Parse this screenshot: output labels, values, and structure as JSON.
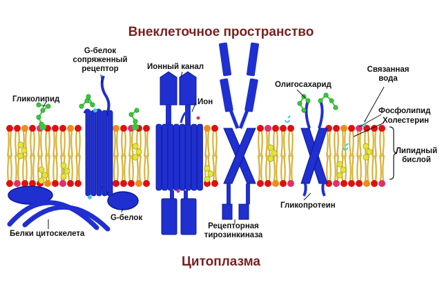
{
  "titles": {
    "extracellular": "Внеклеточное пространство",
    "cytoplasm": "Цитоплазма"
  },
  "labels": {
    "glycolipid": "Гликолипид",
    "g_receptor_l1": "G-белок",
    "g_receptor_l2": "сопряженный",
    "g_receptor_l3": "рецептор",
    "ion_channel": "Ионный канал",
    "ion": "Ион",
    "oligosaccharide": "Олигосахарид",
    "bound_water_l1": "Связанная",
    "bound_water_l2": "вода",
    "phospholipid": "Фосфолипид",
    "cholesterol": "Холестерин",
    "bilayer_l1": "Липидный",
    "bilayer_l2": "бислой",
    "glycoprotein": "Гликопротеин",
    "rtk_l1": "Рецепторная",
    "rtk_l2": "тирозинкиназа",
    "g_protein": "G-белок",
    "cytoskeleton": "Белки цитоскелета"
  },
  "colors": {
    "title": "#7a1f1f",
    "protein": "#1f2fd0",
    "protein_dark": "#0e1a90",
    "lipid_head_red": "#e01010",
    "lipid_head_orange": "#f08a1a",
    "lipid_head_pink": "#e0306a",
    "lipid_tail": "#d9b23a",
    "cholesterol": "#e6e632",
    "sugar": "#3cc83c",
    "water": "#40c8e0"
  }
}
